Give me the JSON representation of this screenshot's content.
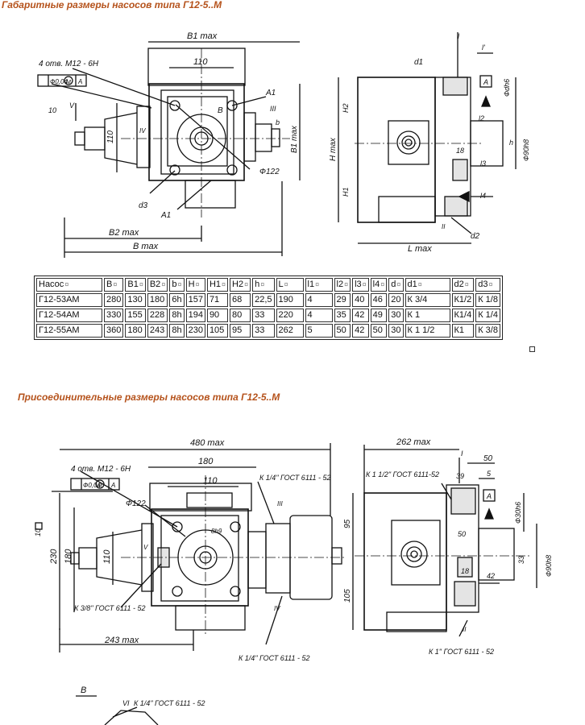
{
  "headings": {
    "dimensions": "Габаритные размеры насосов типа Г12-5..М",
    "connection": "Присоединительные размеры насосов типа Г12-5..М"
  },
  "table": {
    "header": [
      "Насос",
      "B",
      "B1",
      "B2",
      "b",
      "H",
      "H1",
      "H2",
      "h",
      "L",
      "l1",
      "l2",
      "l3",
      "l4",
      "d",
      "d1",
      "d2",
      "d3"
    ],
    "rows": [
      [
        "Г12-53АМ",
        "280",
        "130",
        "180",
        "6h",
        "157",
        "71",
        "68",
        "22,5",
        "190",
        "4",
        "29",
        "40",
        "46",
        "20",
        "К 3/4",
        "К1/2",
        "К 1/8"
      ],
      [
        "Г12-54АМ",
        "330",
        "155",
        "228",
        "8h",
        "194",
        "90",
        "80",
        "33",
        "220",
        "4",
        "35",
        "42",
        "49",
        "30",
        "К 1",
        "К1/4",
        "К 1/4"
      ],
      [
        "Г12-55АМ",
        "360",
        "180",
        "243",
        "8h",
        "230",
        "105",
        "95",
        "33",
        "262",
        "5",
        "50",
        "42",
        "50",
        "30",
        "К 1 1/2",
        "К1",
        "К 3/8"
      ]
    ]
  },
  "drawing1_labels": {
    "holes": "4 отв. М12 - 6Н",
    "tolerance": "Ф0,04",
    "tol_m": "М",
    "tol_a": "А",
    "b1max": "B1 max",
    "dim110": "110",
    "a1": "A1",
    "b_view": "В",
    "sq10": "10",
    "v_roman": "V",
    "iv_roman": "IV",
    "iii_roman": "III",
    "b_small": "b",
    "b1max_side": "B1 max",
    "dim110_vert": "110",
    "phi122": "Ф122",
    "d3": "d3",
    "a1_lower": "A1",
    "b2max": "B2 max",
    "bmax": "B max",
    "l_top": "l",
    "l_prime": "l'",
    "d1": "d1",
    "a_box": "А",
    "dan6": "Фdh6",
    "h2": "H2",
    "hmax": "H max",
    "h1": "H1",
    "l2": "l2",
    "h_small": "h",
    "dim18": "18",
    "l3": "l3",
    "d90": "Ф90h8",
    "l4": "l4",
    "ii_roman": "II",
    "d2": "d2",
    "lmax": "L max"
  },
  "drawing2_labels": {
    "width480": "480 max",
    "holes": "4 отв. М12 - 6Н",
    "tolerance": "Ф0,04",
    "tol_m": "М",
    "tol_a": "А",
    "dim180": "180",
    "dim110": "110",
    "gost_top": "К 1/4\" ГОСТ 6111 - 52",
    "phi122": "Ф122",
    "key": "8h9",
    "sq10": "10",
    "v_roman": "V",
    "dim230": "230",
    "dim180_vert": "180",
    "dim110_vert": "110",
    "gost_left": "К 3/8\" ГОСТ 6111 - 52",
    "iii_roman": "III",
    "iv_roman": "IV",
    "w243": "243 max",
    "gost_bottom": "К 1/4\" ГОСТ 6111 - 52",
    "w262": "262 max",
    "gost_right_top": "К 1 1/2\" ГОСТ 6111-52",
    "i_roman": "I",
    "dim50": "50",
    "dim39": "39",
    "dim5": "5",
    "a_box": "А",
    "d30": "Ф30h6",
    "dim95": "95",
    "dim50_inner": "50",
    "dim33": "33",
    "d90": "Ф90h8",
    "dim105": "105",
    "dim18": "18",
    "dim42": "42",
    "ii_roman": "II",
    "gost_k1": "К 1\" ГОСТ 6111 - 52"
  },
  "drawing3_labels": {
    "b_view": "В",
    "vi_roman": "VI",
    "gost": "К 1/4\" ГОСТ 6111 - 52"
  },
  "colors": {
    "heading": "#b5521b",
    "line": "#111111"
  }
}
